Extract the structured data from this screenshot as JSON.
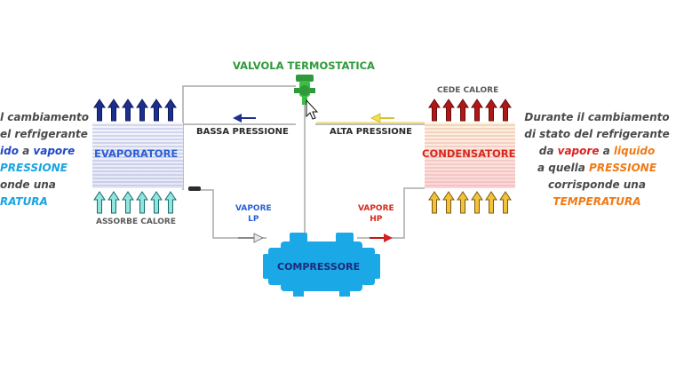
{
  "labels": {
    "valve": "VALVOLA TERMOSTATICA",
    "low_pressure": "BASSA PRESSIONE",
    "high_pressure": "ALTA PRESSIONE",
    "evaporator": "EVAPORATORE",
    "condenser": "CONDENSATORE",
    "compressor": "COMPRESSORE",
    "absorbs_heat": "ASSORBE CALORE",
    "releases_heat": "CEDE CALORE",
    "vapor_lp": [
      "VAPORE",
      "LP"
    ],
    "vapor_hp": [
      "VAPORE",
      "HP"
    ]
  },
  "left_text": {
    "line1": "l cambiamento",
    "line2": "el refrigerante",
    "line3_a": "ido",
    "line3_b": " a ",
    "line3_c": "vapore",
    "line4": "PRESSIONE",
    "line5": "onde una",
    "line6": "RATURA"
  },
  "right_text": {
    "line1": "Durante il cambiamento",
    "line2": "di stato del refrigerante",
    "line3_a": "da ",
    "line3_b": "vapore",
    "line3_c": " a ",
    "line3_d": "liquido",
    "line4_a": "a quella ",
    "line4_b": "PRESSIONE",
    "line5": "corrisponde una",
    "line6": "TEMPERATURA"
  },
  "colors": {
    "evaporator_label": "#2a5fd6",
    "condenser_label": "#d8281c",
    "valve_label": "#2e9a3a",
    "compressor": "#1aa8e6",
    "cold_arrows_top": "#1c2f8e",
    "cold_arrows_bottom": "#8fe6df",
    "hot_arrows_top": "#b01818",
    "hot_arrows_bottom": "#f3c23a"
  },
  "icons": {
    "valve": "thermostatic-valve-icon",
    "cursor": "mouse-pointer-icon"
  }
}
